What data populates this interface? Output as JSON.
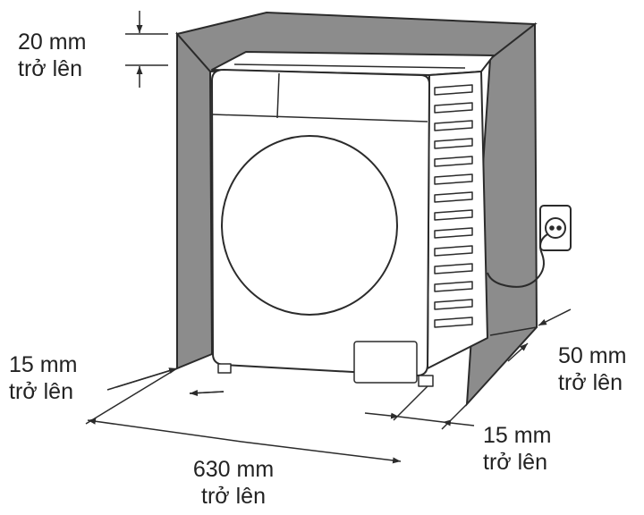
{
  "colors": {
    "line": "#2b2b2b",
    "wall_fill": "#8c8c8c",
    "machine_fill": "#ffffff",
    "background": "#ffffff"
  },
  "clearances": {
    "top": {
      "value": "20 mm",
      "suffix": "trở lên"
    },
    "left": {
      "value": "15 mm",
      "suffix": "trở lên"
    },
    "back": {
      "value": "50 mm",
      "suffix": "trở lên"
    },
    "front": {
      "value": "15 mm",
      "suffix": "trở lên"
    },
    "width": {
      "value": "630 mm",
      "suffix": "trở lên"
    }
  },
  "icons": [
    "washing-machine-icon",
    "wall-outlet-icon",
    "dimension-arrow-icon"
  ]
}
